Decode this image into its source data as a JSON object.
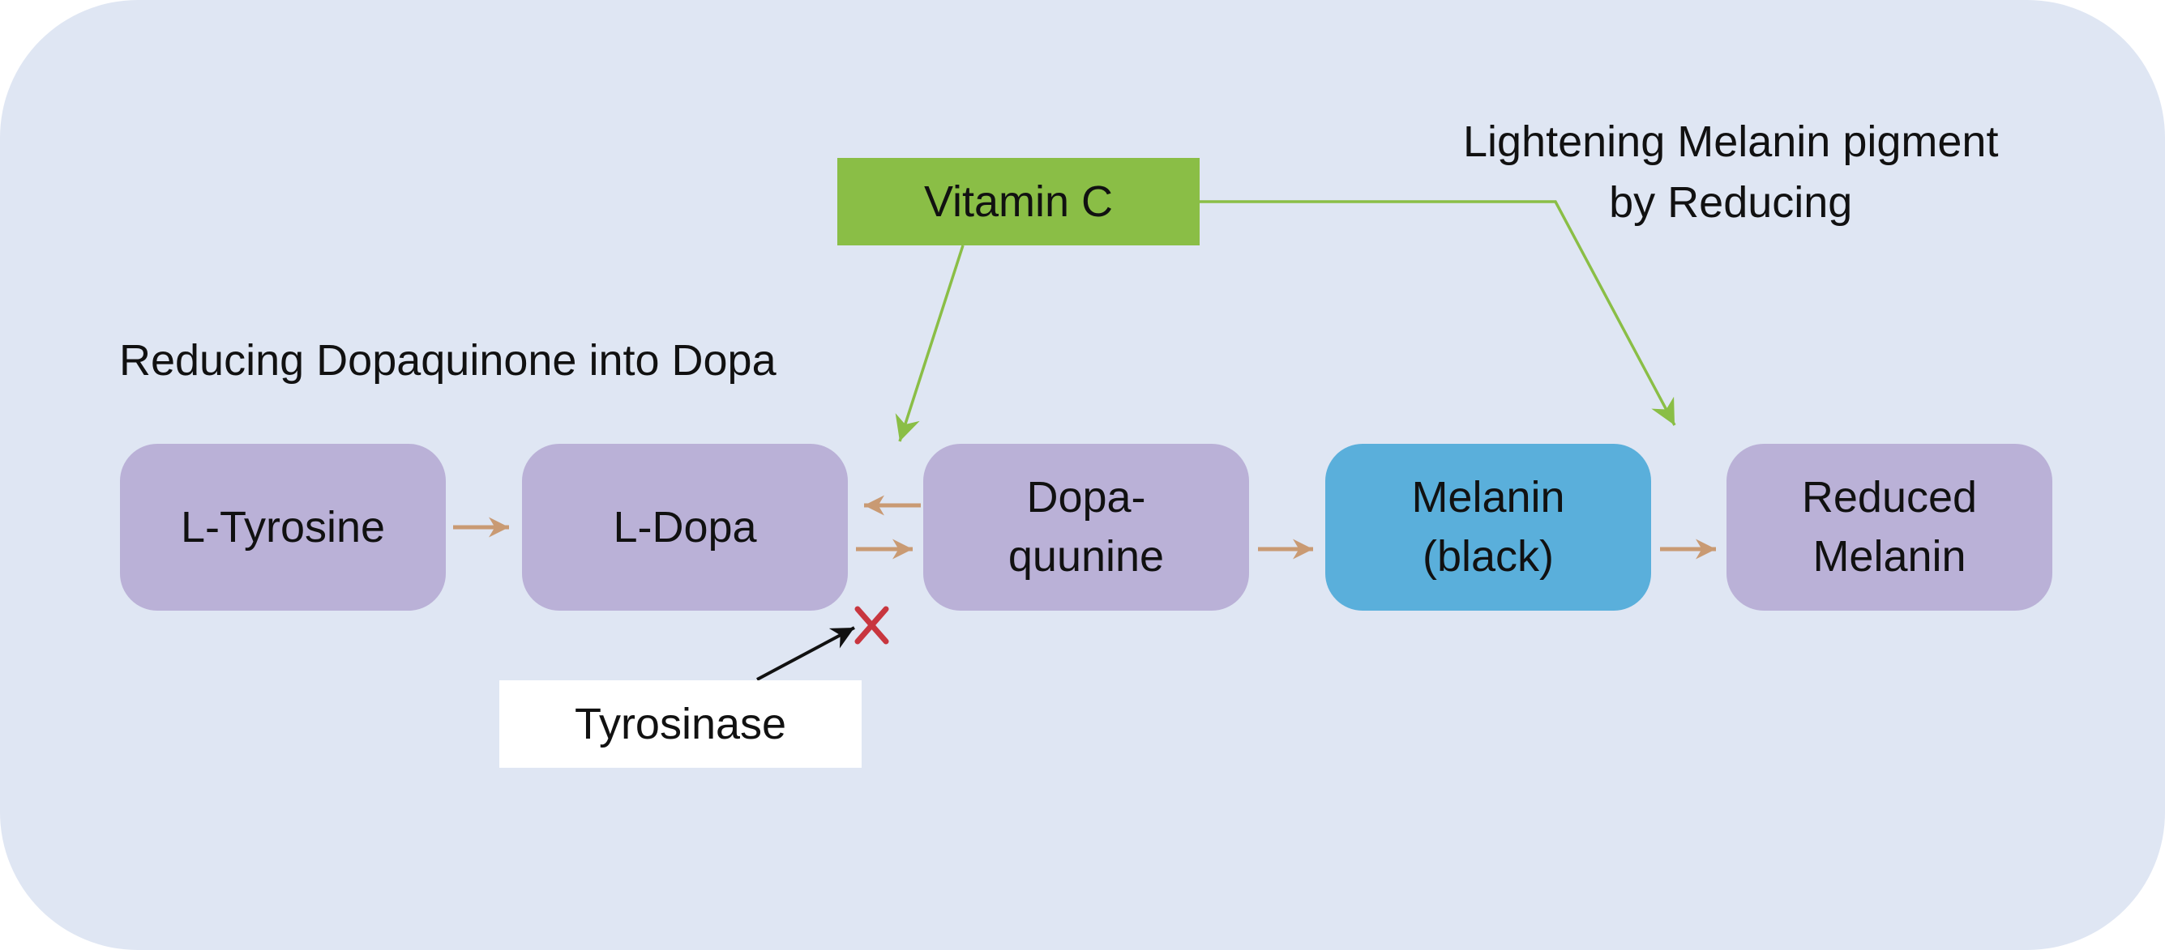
{
  "nodes": {
    "l_tyrosine": "L-Tyrosine",
    "l_dopa": "L-Dopa",
    "dopaquinone": "Dopa-\nquunine",
    "melanin": "Melanin\n(black)",
    "reduced_melanin": "Reduced\nMelanin"
  },
  "agents": {
    "vitamin_c": "Vitamin C",
    "tyrosinase": "Tyrosinase"
  },
  "notes": {
    "reducing_dopaquinone": "Reducing Dopaquinone into Dopa",
    "lightening_melanin": "Lightening Melanin pigment\nby Reducing"
  },
  "colors": {
    "background": "#dfe6f3",
    "compound": "#bab1d7",
    "melanin": "#5aafdb",
    "vitamin_c": "#8abe46",
    "reaction_arrow": "#c99a73",
    "vitamin_c_arrow": "#8abe46",
    "inhibition_mark": "#c8363f",
    "tyrosinase_arrow": "#111111"
  },
  "icons": {
    "inhibition": "cross-mark-icon"
  }
}
